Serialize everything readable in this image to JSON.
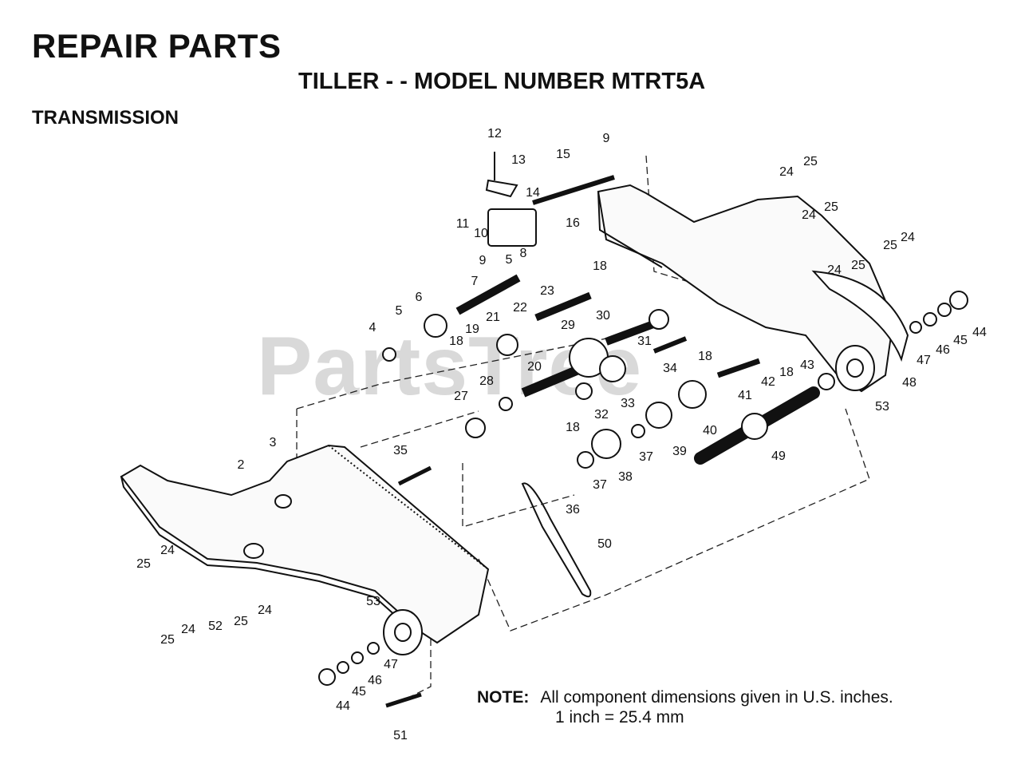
{
  "header": {
    "title": "REPAIR PARTS",
    "subtitle": "TILLER - - MODEL NUMBER MTRT5A",
    "section": "TRANSMISSION"
  },
  "watermark": "PartsTree",
  "note": {
    "label": "NOTE:",
    "line1": "All component dimensions given in U.S. inches.",
    "line2": "1 inch = 25.4 mm"
  },
  "callouts": [
    "12",
    "13",
    "15",
    "9",
    "14",
    "11",
    "10",
    "16",
    "9",
    "8",
    "5",
    "7",
    "18",
    "23",
    "22",
    "21",
    "6",
    "5",
    "4",
    "19",
    "18",
    "20",
    "29",
    "30",
    "31",
    "18",
    "34",
    "28",
    "27",
    "32",
    "33",
    "18",
    "42",
    "18",
    "43",
    "41",
    "40",
    "39",
    "37",
    "38",
    "37",
    "36",
    "35",
    "3",
    "2",
    "50",
    "49",
    "24",
    "25",
    "24",
    "25",
    "24",
    "25",
    "24",
    "25",
    "44",
    "45",
    "46",
    "47",
    "48",
    "53",
    "53",
    "25",
    "24",
    "25",
    "24",
    "52",
    "25",
    "24",
    "47",
    "46",
    "45",
    "44",
    "51"
  ]
}
